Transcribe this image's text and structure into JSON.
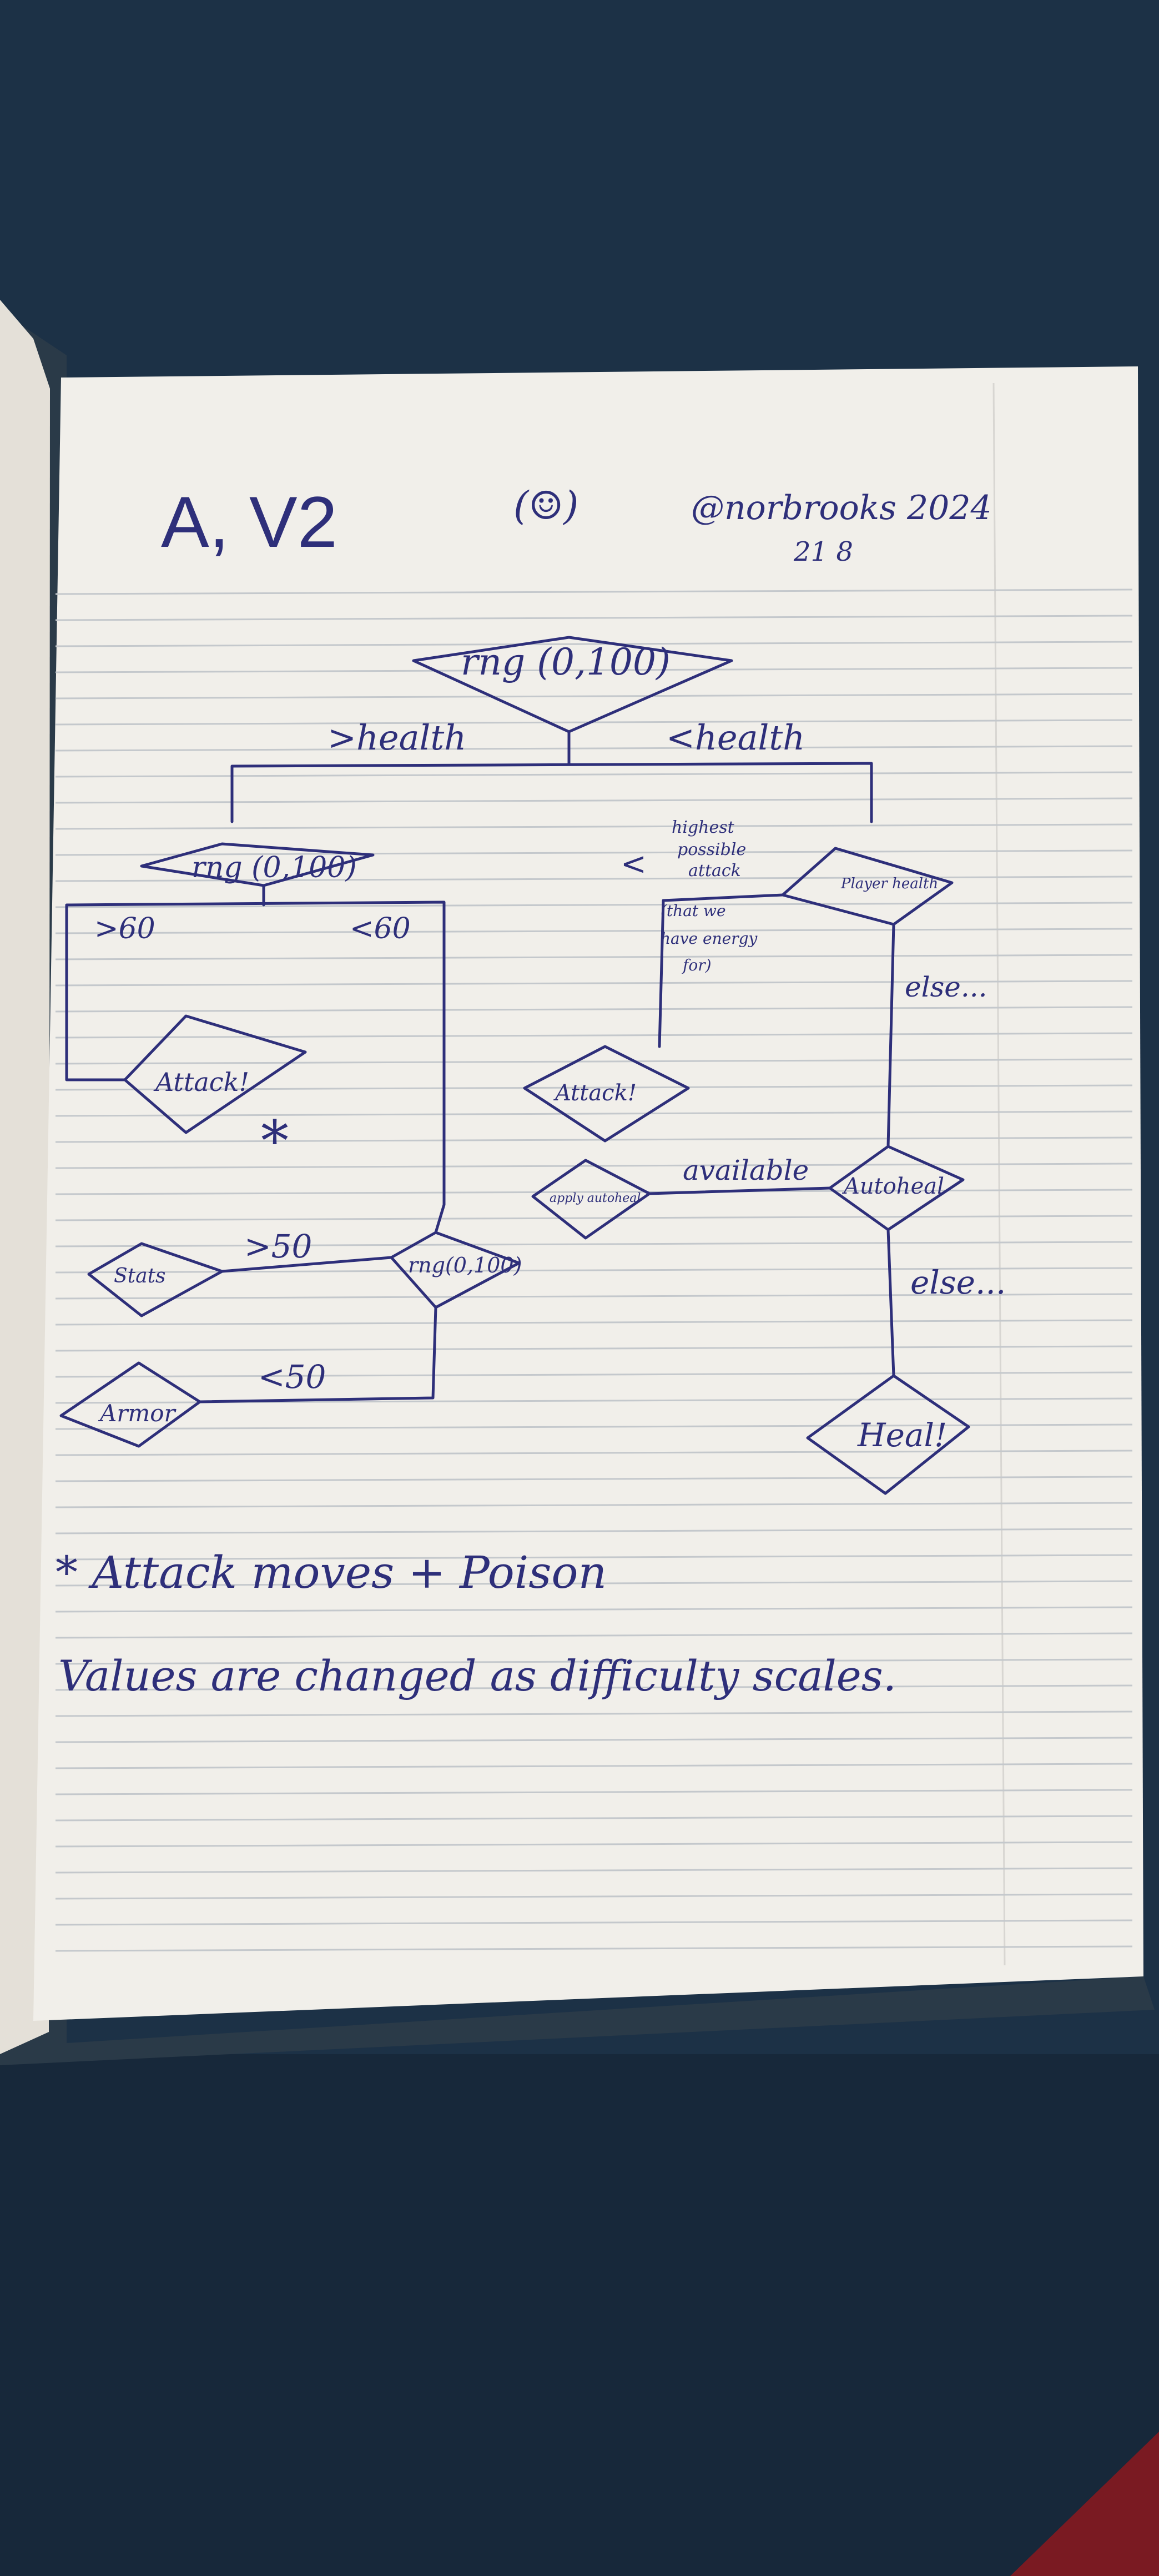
{
  "header": {
    "title": "A, V2",
    "face_doodle": "(☺)",
    "author": "@norbrooks 2024",
    "date": "21 8"
  },
  "flowchart": {
    "nodes": {
      "root": "rng (0,100)",
      "left_rng": "rng (0,100)",
      "player_health": "Player health",
      "attack_left": "Attack!",
      "attack_right": "Attack!",
      "rng_lower": "rng(0,100)",
      "stats": "Stats",
      "armor": "Armor",
      "apply_autoheal": "apply autoheal",
      "autoheal": "Autoheal",
      "heal": "Heal!"
    },
    "edges": {
      "root_left": ">health",
      "root_right": "<health",
      "left_gt": ">60",
      "left_lt": "<60",
      "lower_gt": ">50",
      "lower_lt": "<50",
      "ph_lt_1": "highest",
      "ph_lt_2": "possible",
      "ph_lt_3": "attack",
      "ph_lt_4": "(that we",
      "ph_lt_5": "have energy",
      "ph_lt_6": "for)",
      "ph_lt_symbol": "<",
      "ph_else": "else...",
      "autoheal_available": "available",
      "autoheal_else": "else..."
    },
    "asterisk": "*"
  },
  "notes": {
    "line1": "* Attack moves + Poison",
    "line2": "Values are changed as difficulty scales."
  }
}
